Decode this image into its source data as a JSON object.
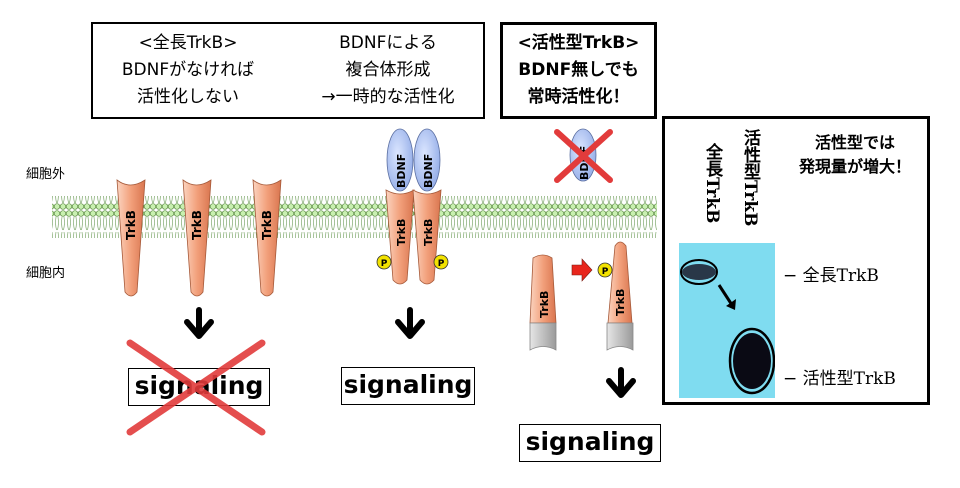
{
  "legend": {
    "left_lines": [
      "<全長TrkB>",
      "BDNFがなければ",
      "活性化しない"
    ],
    "right_lines": [
      "BDNFによる",
      "複合体形成",
      "→一時的な活性化"
    ]
  },
  "active_box": {
    "lines": [
      "<活性型TrkB>",
      "BDNF無しでも",
      "常時活性化！"
    ]
  },
  "membrane": {
    "outside_label": "細胞外",
    "inside_label": "細胞内"
  },
  "receptor_label": "TrkB",
  "ligand_label": "BDNF",
  "phospho_label": "P",
  "signaling_label": "signaling",
  "blot": {
    "caption_lines": [
      "活性型では",
      "発現量が増大！"
    ],
    "lane_labels": [
      "全長TrkB",
      "活性型TrkB"
    ],
    "band_labels": [
      "全長TrkB",
      "活性型TrkB"
    ],
    "band_marker": "−"
  },
  "colors": {
    "receptor_fill": "#f2a07b",
    "ligand_fill": "#a9bff0",
    "membrane_head": "#c8f0b0",
    "phospho_fill": "#f2e200",
    "cross": "#e23b3b",
    "blot_bg": "#7fdcf0",
    "red_arrow": "#e8261c"
  }
}
